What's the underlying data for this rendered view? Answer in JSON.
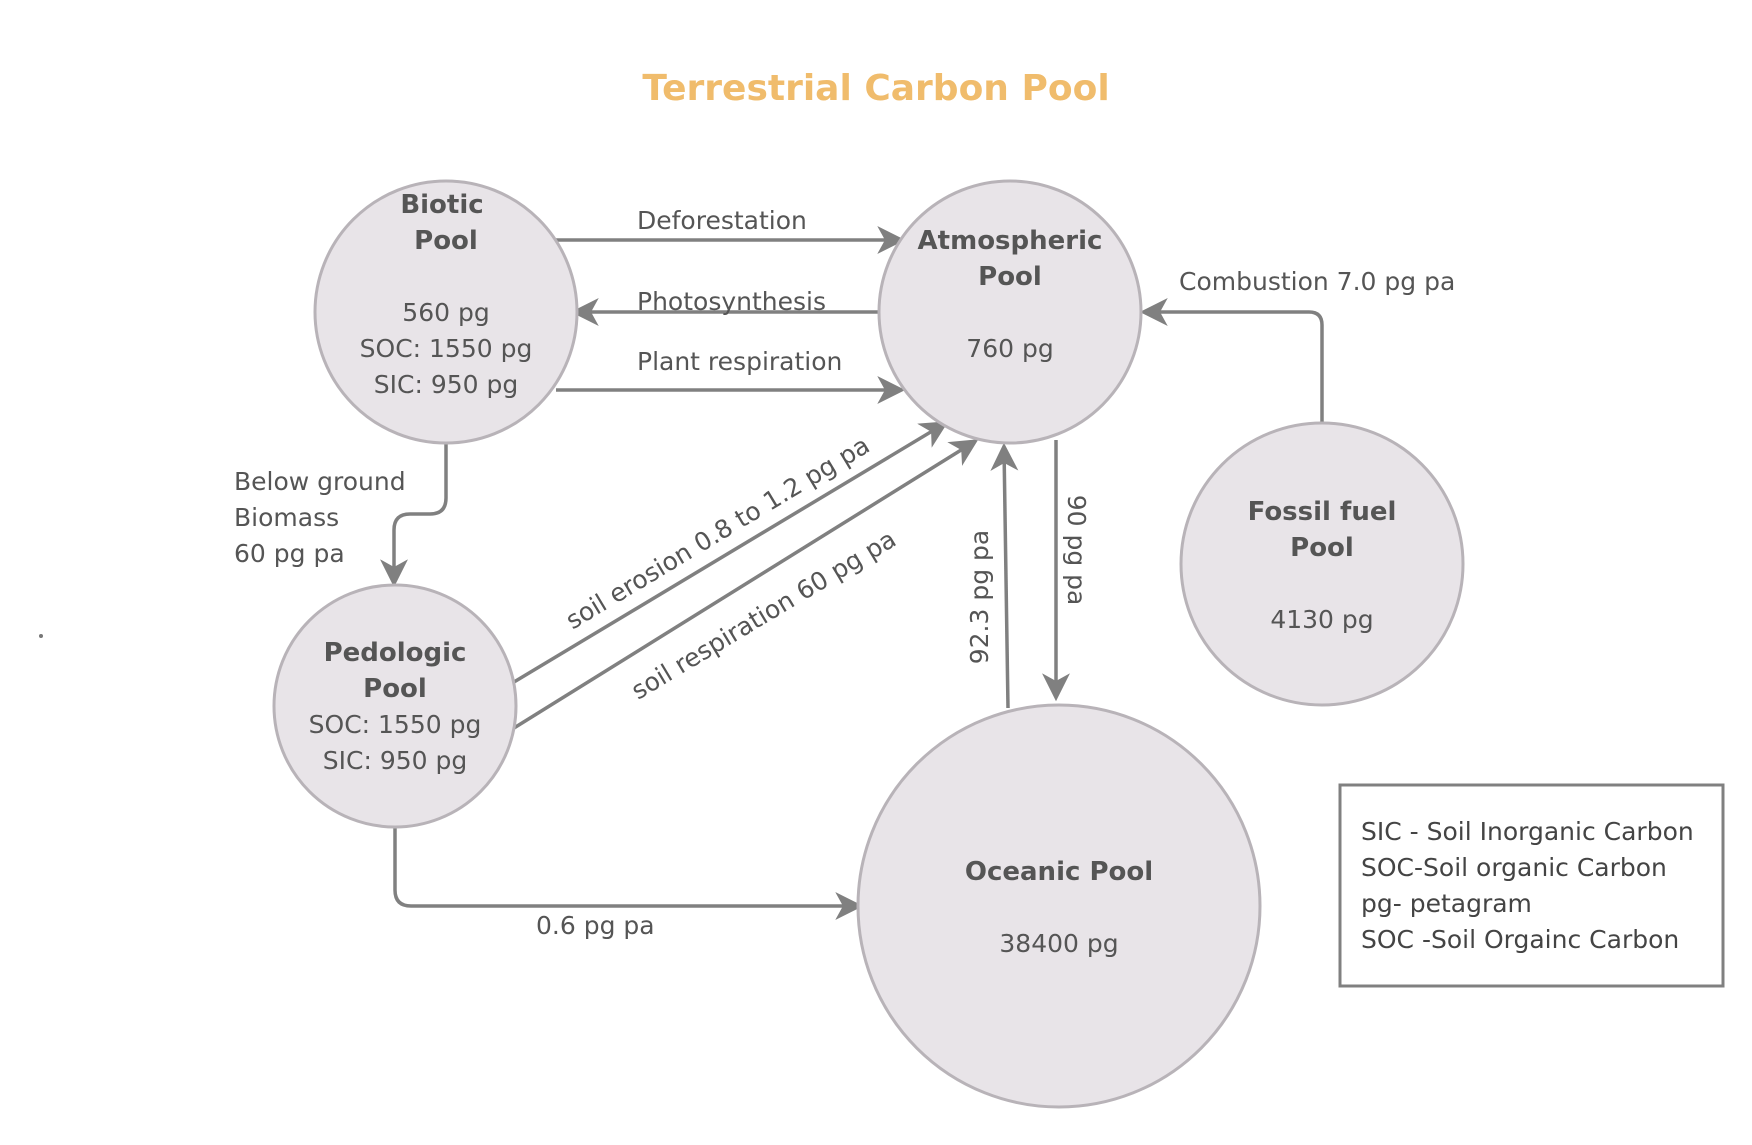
{
  "title": "Terrestrial Carbon Pool",
  "colors": {
    "title": "#f0bc6c",
    "node_fill": "#e8e4e8",
    "node_stroke": "#b8b3b8",
    "edge": "#808080",
    "text": "#555555"
  },
  "nodes": {
    "biotic": {
      "title": [
        "Biotic",
        "Pool"
      ],
      "lines": [
        "560 pg",
        "SOC: 1550 pg",
        "SIC: 950 pg"
      ]
    },
    "atmospheric": {
      "title": [
        "Atmospheric",
        "Pool"
      ],
      "lines": [
        "760 pg"
      ]
    },
    "fossil": {
      "title": [
        "Fossil fuel",
        "Pool"
      ],
      "lines": [
        "4130 pg"
      ]
    },
    "pedologic": {
      "title": [
        "Pedologic",
        "Pool"
      ],
      "lines": [
        "SOC: 1550 pg",
        "SIC: 950 pg"
      ]
    },
    "oceanic": {
      "title": [
        "Oceanic Pool"
      ],
      "lines": [
        "38400 pg"
      ]
    }
  },
  "edges": {
    "deforestation": "Deforestation",
    "photosynthesis": "Photosynthesis",
    "plant_respiration": "Plant respiration",
    "combustion": "Combustion 7.0 pg pa",
    "below_ground": [
      "Below ground",
      "Biomass",
      "60 pg pa"
    ],
    "soil_erosion": "soil erosion 0.8 to 1.2 pg pa",
    "soil_respiration": "soil respiration 60 pg pa",
    "ocean_to_atm": "92.3 pg pa",
    "atm_to_ocean": "90 pg pa",
    "pedo_to_ocean": "0.6 pg pa"
  },
  "legend": [
    "SIC - Soil Inorganic Carbon",
    "SOC-Soil organic Carbon",
    "pg- petagram",
    "SOC -Soil Orgainc Carbon"
  ]
}
